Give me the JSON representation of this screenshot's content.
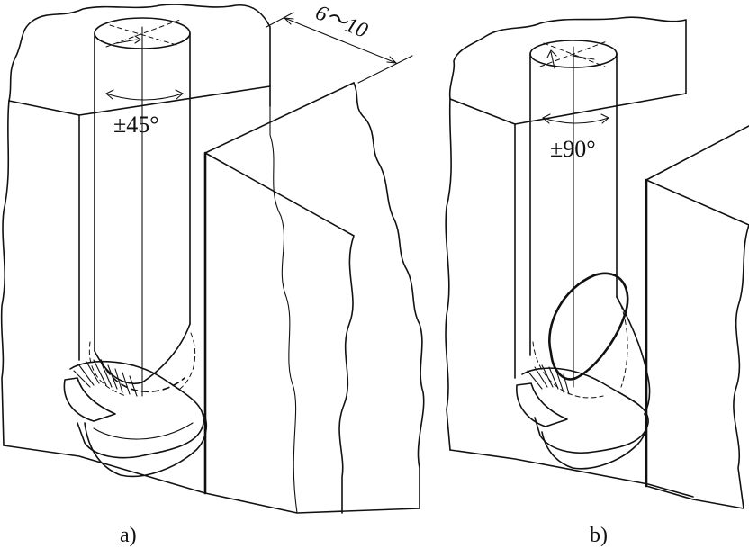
{
  "figure": {
    "panel_a": {
      "caption": "a)",
      "angle_label": "±45°",
      "dimension_label": "6～10"
    },
    "panel_b": {
      "caption": "b)",
      "angle_label": "±90°"
    }
  },
  "colors": {
    "ink": "#111111",
    "background": "#ffffff"
  }
}
